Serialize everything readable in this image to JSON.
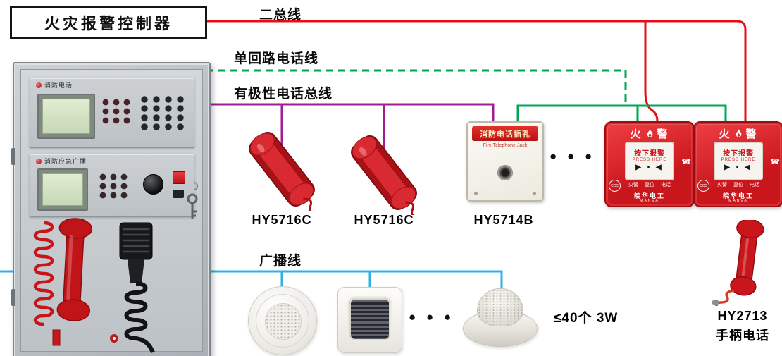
{
  "title_box": {
    "label": "火灾报警控制器"
  },
  "buses": {
    "two_bus": {
      "label": "二总线",
      "color": "#e60d1a"
    },
    "single_loop_phone": {
      "label": "单回路电话线",
      "color": "#00a651"
    },
    "polarized_phone_bus": {
      "label": "有极性电话总线",
      "color": "#a21c92"
    },
    "broadcast": {
      "label": "广播线",
      "color": "#2fb1e4"
    }
  },
  "control_panel": {
    "top_module_label": "消防电话",
    "mid_module_label": "消防应急广播"
  },
  "devices": {
    "phone_a": {
      "model": "HY5716C"
    },
    "phone_b": {
      "model": "HY5716C"
    },
    "jack": {
      "model": "HY5714B",
      "title": "消防电话插孔",
      "subtitle": "Fire Telephone Jack"
    },
    "callpoint": {
      "title_left": "火",
      "title_right": "警",
      "press_cn": "按下报警",
      "press_en": "PRESS HERE",
      "arrows": "▶ ▪ ◀",
      "indicators": [
        "火警",
        "复位",
        "电话"
      ],
      "brand_cn": "皖华电工",
      "brand_en": "MANVA",
      "cert": "CCC",
      "phone_icon": "☎"
    },
    "handset": {
      "model": "HY2713",
      "name": "手柄电话"
    },
    "speakers": {
      "note": "≤40个 3W"
    }
  },
  "ellipsis": "● ● ●"
}
